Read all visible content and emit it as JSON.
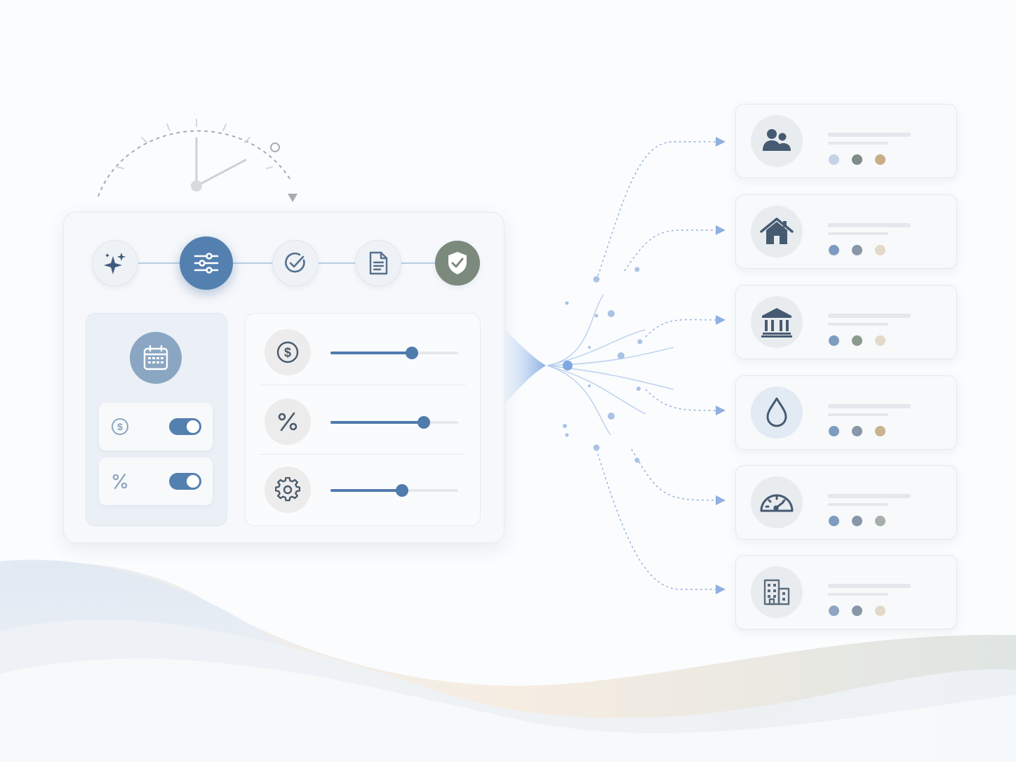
{
  "colors": {
    "accent": "#5480b0",
    "accent_dark": "#415c7a",
    "success": "#7c8a7e",
    "flow": "#8fb0e0"
  },
  "stepper": {
    "steps": [
      {
        "icon": "sparkle-icon",
        "state": "inactive"
      },
      {
        "icon": "sliders-icon",
        "state": "active"
      },
      {
        "icon": "check-circle-icon",
        "state": "inactive"
      },
      {
        "icon": "document-icon",
        "state": "inactive"
      },
      {
        "icon": "shield-check-icon",
        "state": "complete"
      }
    ]
  },
  "schedule": {
    "icon": "calendar-icon",
    "toggles": [
      {
        "icon": "dollar-circle-icon",
        "on": true
      },
      {
        "icon": "percent-icon",
        "on": true
      }
    ]
  },
  "sliders": [
    {
      "icon": "dollar-circle-icon",
      "value": 0.64
    },
    {
      "icon": "percent-icon",
      "value": 0.73
    },
    {
      "icon": "gear-icon",
      "value": 0.56
    }
  ],
  "destinations": [
    {
      "icon": "people-icon",
      "dot_colors": [
        "#c4d3e6",
        "#7f8c88",
        "#c9ad86"
      ]
    },
    {
      "icon": "house-icon",
      "dot_colors": [
        "#7e9cbf",
        "#8797a8",
        "#e3d9c9"
      ]
    },
    {
      "icon": "bank-icon",
      "dot_colors": [
        "#7e9cbf",
        "#8a9a8c",
        "#e3d9c9"
      ]
    },
    {
      "icon": "water-drop-icon",
      "dot_colors": [
        "#7e9cbf",
        "#8797a8",
        "#c9b28f"
      ]
    },
    {
      "icon": "gauge-icon",
      "dot_colors": [
        "#7e9cbf",
        "#8797a8",
        "#a6b0aa"
      ]
    },
    {
      "icon": "office-building-icon",
      "dot_colors": [
        "#8ea6c2",
        "#8797a8",
        "#e3d9c9"
      ]
    }
  ]
}
